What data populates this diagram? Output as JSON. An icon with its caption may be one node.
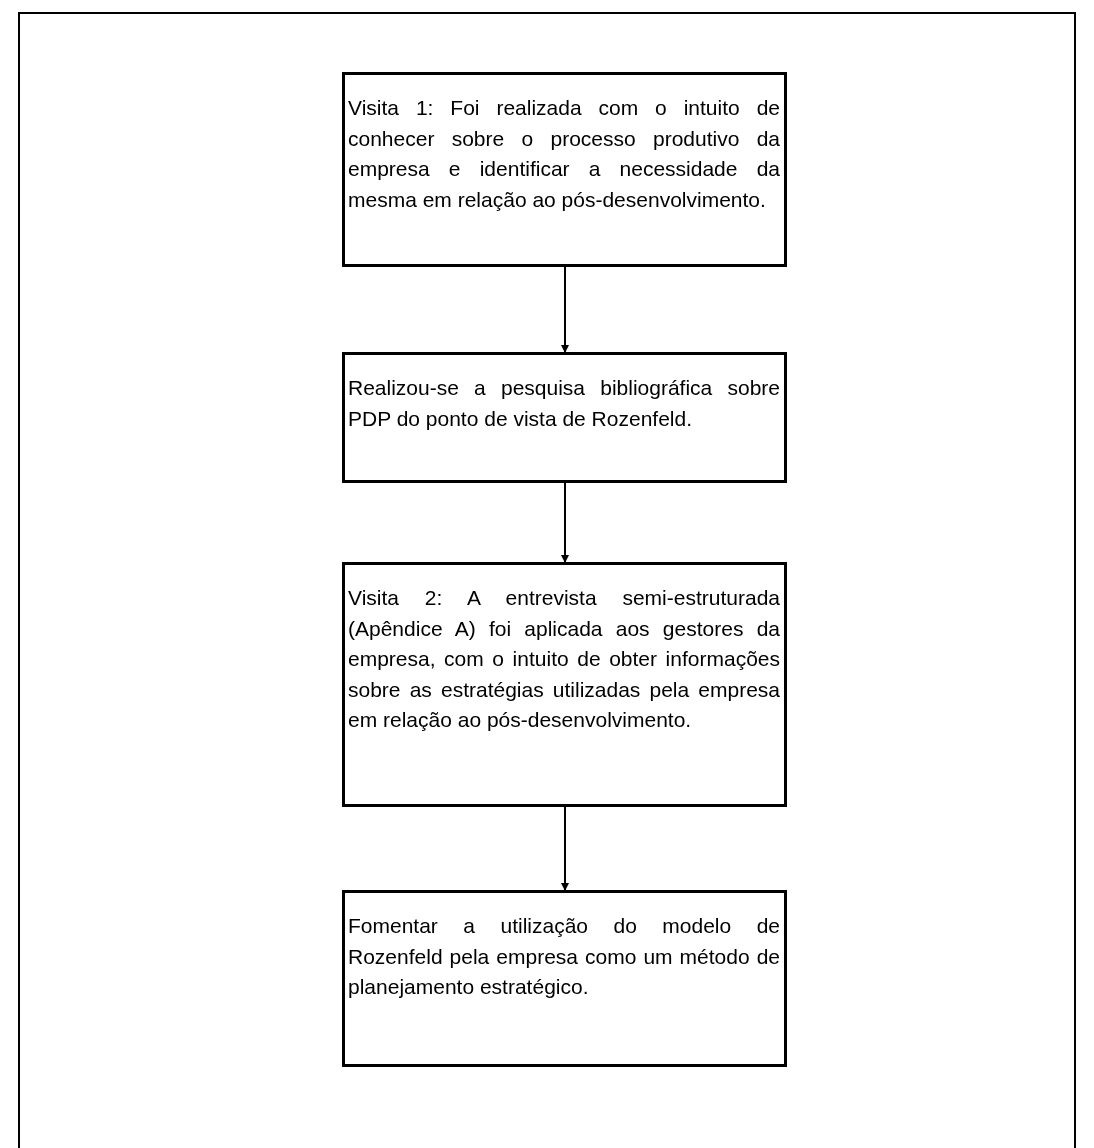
{
  "diagram": {
    "nodes": [
      {
        "text": [
          "Visita 1: Foi realizada com o intuito de conhecer sobre o processo produtivo da empresa e identificar a necessidade da mesma em relação ao pós-desenvolvimento."
        ]
      },
      {
        "text": [
          "Realizou-se a pesquisa bibliográfica sobre PDP do ponto de vista de Rozenfeld."
        ]
      },
      {
        "text": [
          "Visita 2: A entrevista semi-estruturada (Apêndice A) foi aplicada aos gestores da empresa, com o intuito de obter informações sobre as estratégias utilizadas pela empresa em relação ao pós-desenvolvimento."
        ]
      },
      {
        "text": [
          "Fomentar a utilização do modelo de Rozenfeld pela empresa como um método de planejamento estratégico."
        ]
      }
    ],
    "edges": [
      {
        "from": 0,
        "to": 1,
        "arrow": "to"
      },
      {
        "from": 1,
        "to": 2,
        "arrow": "to"
      },
      {
        "from": 2,
        "to": 3,
        "arrow": "to"
      }
    ]
  }
}
